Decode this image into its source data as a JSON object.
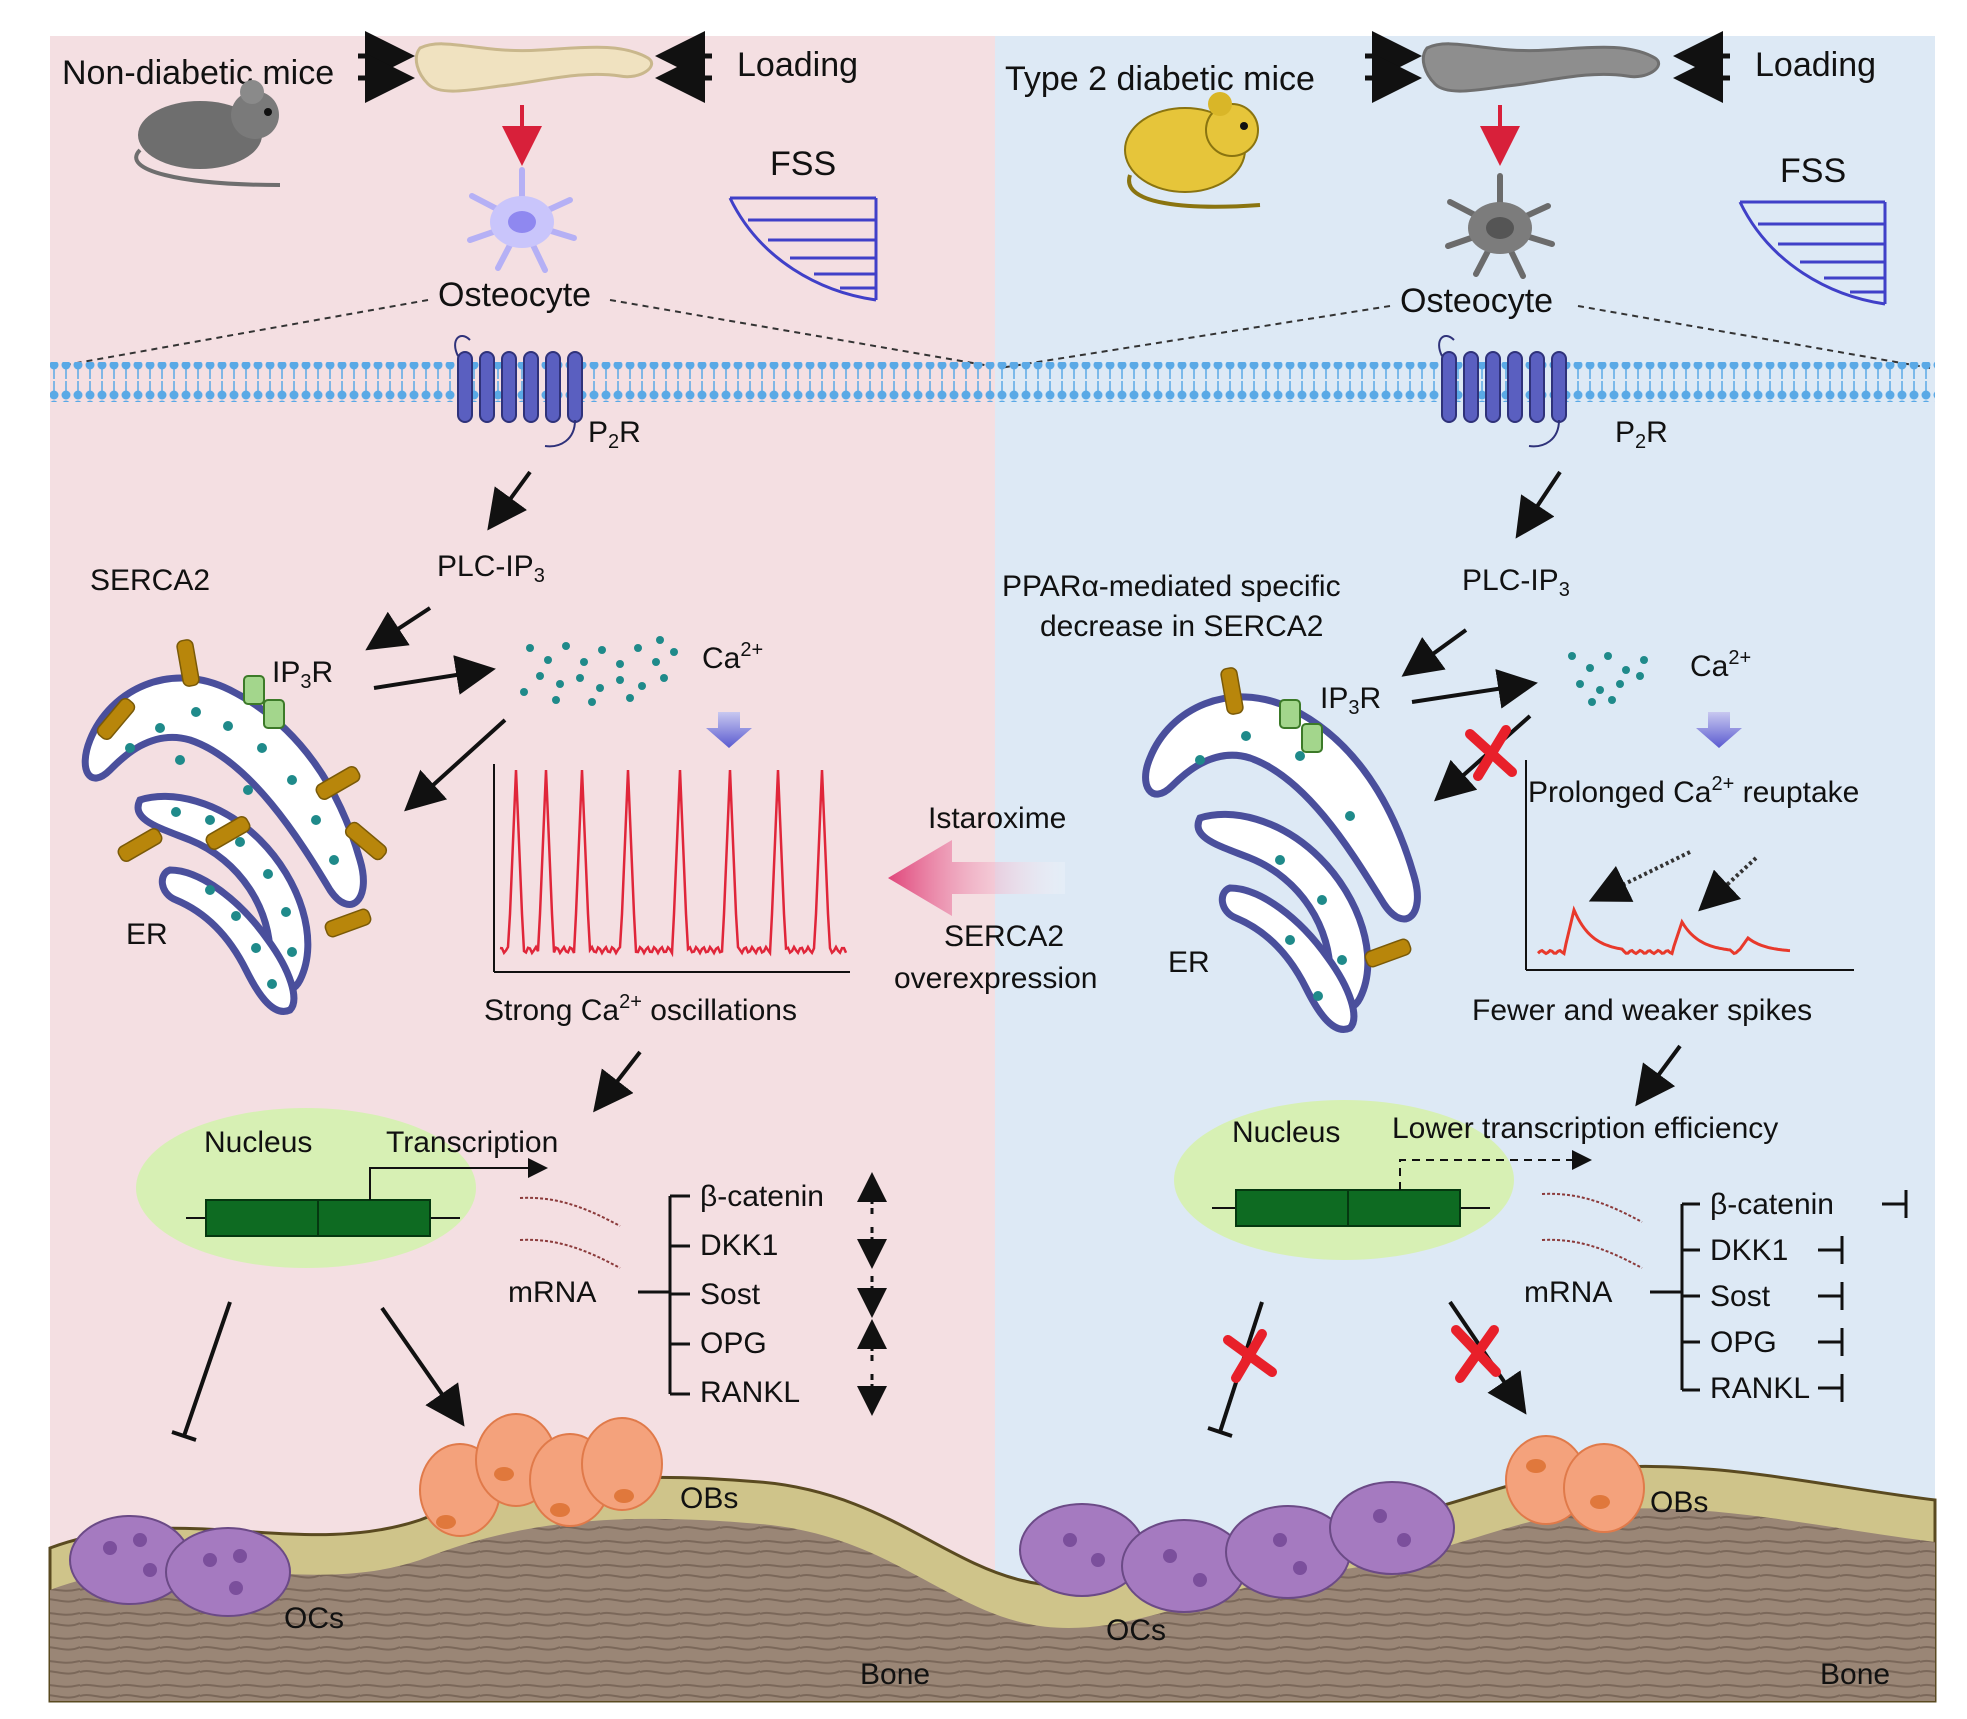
{
  "left": {
    "mice_label": "Non-diabetic mice",
    "loading": "Loading",
    "fss": "FSS",
    "osteocyte": "Osteocyte",
    "receptor": "P",
    "receptor_sub": "2",
    "receptor_tail": "R",
    "plc": "PLC-IP",
    "plc_sub": "3",
    "serca2": "SERCA2",
    "ip3r": "IP",
    "ip3r_sub": "3",
    "ip3r_tail": "R",
    "ca": "Ca",
    "ca_sup": "2+",
    "er": "ER",
    "osc_caption": "Strong Ca",
    "osc_caption_sup": "2+",
    "osc_caption_tail": " oscillations",
    "nucleus": "Nucleus",
    "transcription": "Transcription",
    "mrna": "mRNA",
    "genes": [
      "β-catenin",
      "DKK1",
      "Sost",
      "OPG",
      "RANKL"
    ],
    "gene_arrows": [
      "up",
      "down",
      "down",
      "up",
      "down"
    ],
    "obs": "OBs",
    "ocs": "OCs",
    "bone": "Bone"
  },
  "right": {
    "mice_label": "Type 2 diabetic mice",
    "loading": "Loading",
    "fss": "FSS",
    "osteocyte": "Osteocyte",
    "receptor": "P",
    "receptor_sub": "2",
    "receptor_tail": "R",
    "plc": "PLC-IP",
    "plc_sub": "3",
    "ppar_line1": "PPARα-mediated specific",
    "ppar_line2": "decrease in SERCA2",
    "ip3r": "IP",
    "ip3r_sub": "3",
    "ip3r_tail": "R",
    "ca": "Ca",
    "ca_sup": "2+",
    "reuptake": "Prolonged Ca",
    "reuptake_sup": "2+",
    "reuptake_tail": " reuptake",
    "er": "ER",
    "spikes_caption": "Fewer and weaker spikes",
    "nucleus": "Nucleus",
    "transcription": "Lower transcription efficiency",
    "mrna": "mRNA",
    "genes": [
      "β-catenin",
      "DKK1",
      "Sost",
      "OPG",
      "RANKL"
    ],
    "obs": "OBs",
    "ocs": "OCs",
    "bone": "Bone"
  },
  "middle": {
    "drug": "Istaroxime",
    "serca_line1": "SERCA2",
    "serca_line2": "overexpression"
  },
  "colors": {
    "left_bg": "#f4dfe2",
    "right_bg": "#dde9f5",
    "membrane": "#5aa9e6",
    "receptor": "#4b4fa8",
    "er_outline": "#4a4f9c",
    "calcium": "#1f8a8a",
    "pump": "#b8860b",
    "nucleus": "#d7f0b4",
    "gene_box": "#0e6b22",
    "strong_trace": "#e0263a",
    "weak_trace": "#e8392b",
    "inhibit_mark": "#e8202a",
    "ob": "#f4a27c",
    "oc": "#a57ac0",
    "bone": "#8c7a6a",
    "bone_surface": "#cfc48a",
    "drug_arrow": "#e0457a"
  }
}
